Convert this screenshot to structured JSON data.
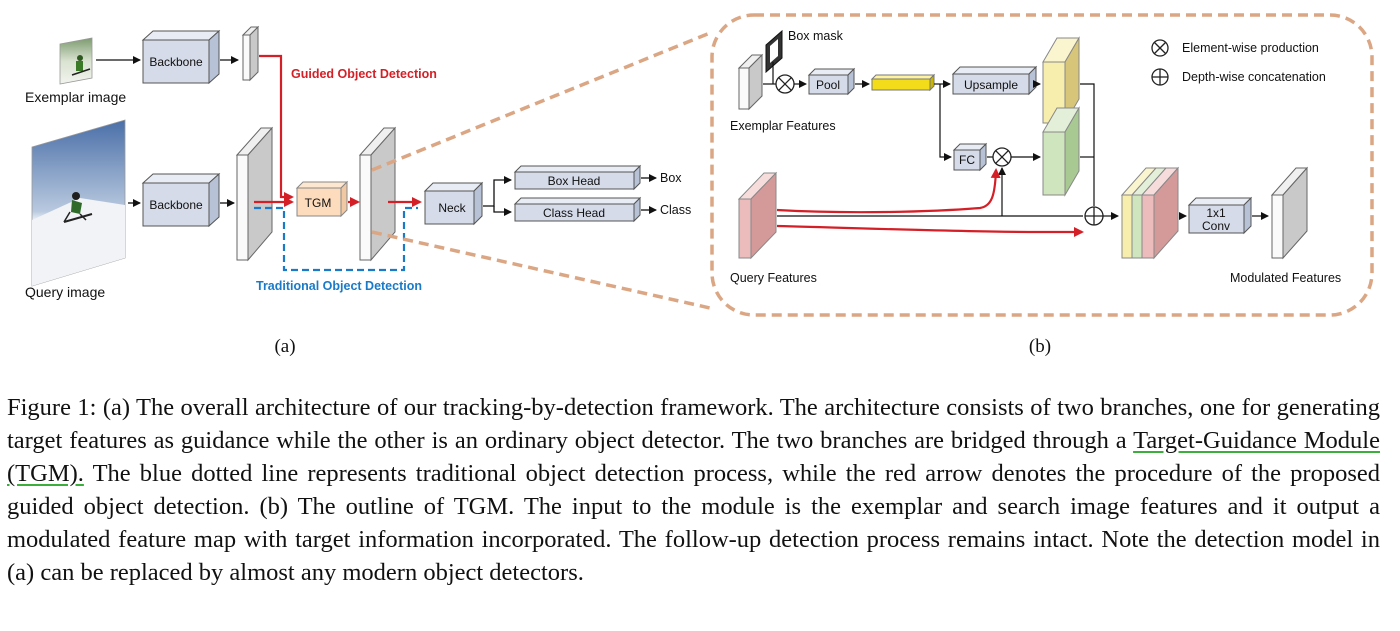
{
  "panel_a": {
    "exemplar_image_label": "Exemplar image",
    "query_image_label": "Query image",
    "backbone_label": "Backbone",
    "tgm_label": "TGM",
    "neck_label": "Neck",
    "box_head_label": "Box Head",
    "class_head_label": "Class Head",
    "box_out_label": "Box",
    "class_out_label": "Class",
    "guided_label": "Guided Object Detection",
    "traditional_label": "Traditional Object Detection",
    "sublabel": "(a)"
  },
  "panel_b": {
    "box_mask_label": "Box mask",
    "exemplar_features_label": "Exemplar Features",
    "pool_label": "Pool",
    "upsample_label": "Upsample",
    "fc_label": "FC",
    "conv_label_line1": "1x1",
    "conv_label_line2": "Conv",
    "query_features_label": "Query Features",
    "modulated_features_label": "Modulated Features",
    "legend_product": "Element-wise production",
    "legend_concat": "Depth-wise concatenation",
    "sublabel": "(b)"
  },
  "colors": {
    "guided_red": "#d41f26",
    "traditional_blue": "#1a7ac7",
    "dashed_outline": "#dba683",
    "block_fill": "#d5dbe8"
  },
  "caption": {
    "part1": "Figure 1: (a) The overall architecture of our tracking-by-detection framework. The architecture consists of two branches, one for generating target features as guidance while the other is an ordinary object detector. The two branches are bridged through a ",
    "highlight": "Target-Guidance Module (TGM).",
    "part2": " The blue dotted line represents traditional object detection process, while the red arrow denotes the procedure of the proposed guided object detection. (b) The outline of TGM. The input to the module is the exemplar and search image features and it output a modulated feature map with target information incorporated. The follow-up detection process remains intact. Note the detection model in (a) can be replaced by almost any modern object detectors."
  }
}
